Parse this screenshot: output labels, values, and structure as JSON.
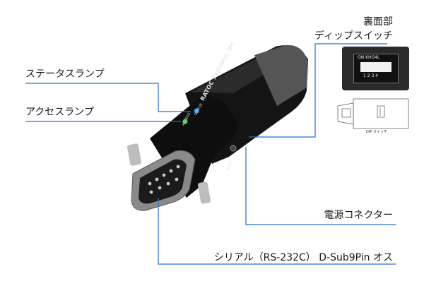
{
  "labels": {
    "status_lamp": "ステータスランプ",
    "access_lamp": "アクセスランプ",
    "rear_title_line1": "裏面部",
    "rear_title_line2": "ディップスイッチ",
    "power_connector": "電源コネクター",
    "serial_port": "シリアル（RS-232C） D-Sub9Pin オス"
  },
  "device": {
    "brand_text": "RATOC Systems, Inc.",
    "status_text": "STATUS",
    "access_text": "ACCESS",
    "dc_text": "DC5V"
  },
  "inset": {
    "dip_on_text": "ON KHG4L",
    "dip_numbers_text": "1 2 3 4",
    "diagram_caption": "DIP スイッチ"
  },
  "colors": {
    "callout_line": "#1f6fd6",
    "status_led": "#2aa3ff",
    "access_led": "#3bd34a"
  }
}
